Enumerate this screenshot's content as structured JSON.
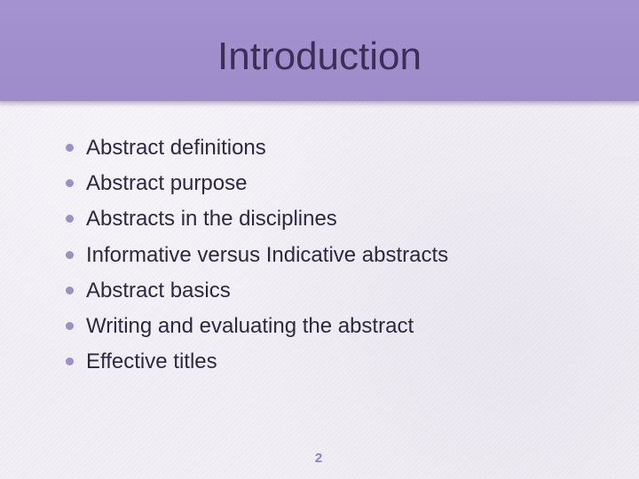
{
  "slide": {
    "title": "Introduction",
    "bullets": [
      "Abstract definitions",
      "Abstract purpose",
      "Abstracts in the disciplines",
      "Informative versus Indicative abstracts",
      "Abstract basics",
      "Writing and evaluating the abstract",
      "Effective titles"
    ],
    "page_number": "2"
  },
  "colors": {
    "title_band": "#a392cf",
    "title_text": "#3b2f57",
    "body_text": "#2f2740",
    "bullet": "#9c90c4",
    "background": "#f1eef5",
    "page_number": "#8d80c0"
  }
}
